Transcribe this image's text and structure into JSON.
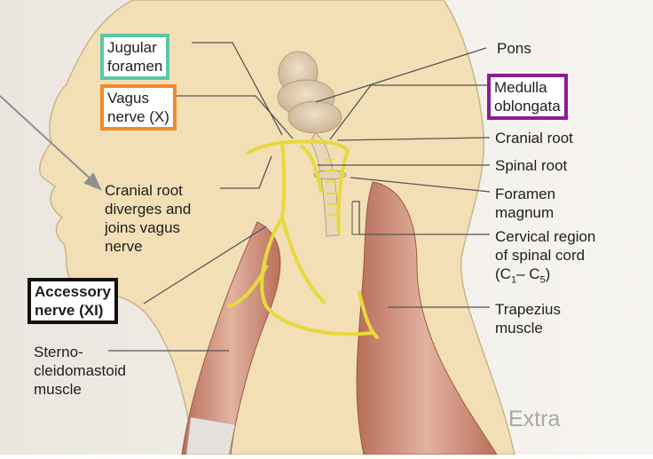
{
  "labels": {
    "jugular": [
      "Jugular",
      "foramen"
    ],
    "vagus": [
      "Vagus",
      "nerve (X)"
    ],
    "cranial_diverge": [
      "Cranial root",
      "diverges and",
      "joins vagus",
      "nerve"
    ],
    "accessory": [
      "Accessory",
      "nerve (XI)"
    ],
    "sterno": [
      "Sterno-",
      "cleidomastoid",
      "muscle"
    ],
    "pons": "Pons",
    "medulla": [
      "Medulla",
      "oblongata"
    ],
    "cranial_root": "Cranial root",
    "spinal_root": "Spinal root",
    "foramen_magnum": [
      "Foramen",
      "magnum"
    ],
    "cervical": [
      "Cervical region",
      "of spinal cord"
    ],
    "cervical_range": {
      "open": "(C",
      "sub1": "1",
      "dash": "– C",
      "sub2": "5",
      "close": ")"
    },
    "trapezius": [
      "Trapezius",
      "muscle"
    ]
  },
  "extra": "Extra",
  "colors": {
    "jugular_box": "#5cc6aa",
    "vagus_box": "#f08a2c",
    "accessory_box": "#111111",
    "medulla_box": "#8e1b96",
    "nerve": "#e8d93c",
    "muscle": "#c98a78",
    "skin": "#f2dfb6",
    "background_left": "#f0ede8"
  }
}
